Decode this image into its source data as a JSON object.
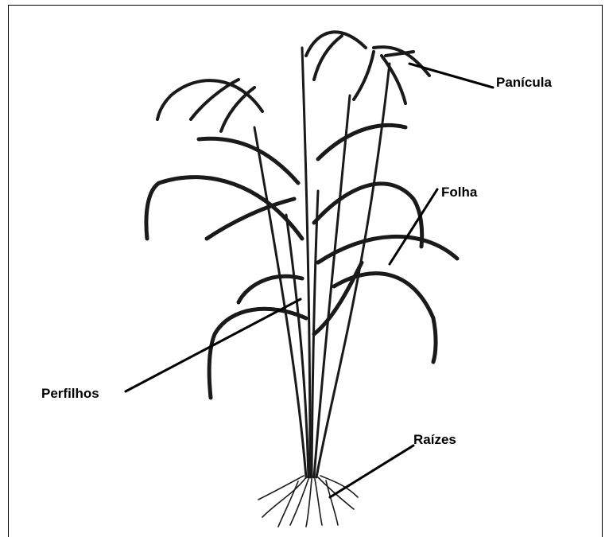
{
  "labels": {
    "panicula": "Panícula",
    "folha": "Folha",
    "perfilhos": "Perfilhos",
    "raizes": "Raízes"
  },
  "colors": {
    "ink": "#000000",
    "plant": "#1a1a1a",
    "background": "#ffffff"
  }
}
